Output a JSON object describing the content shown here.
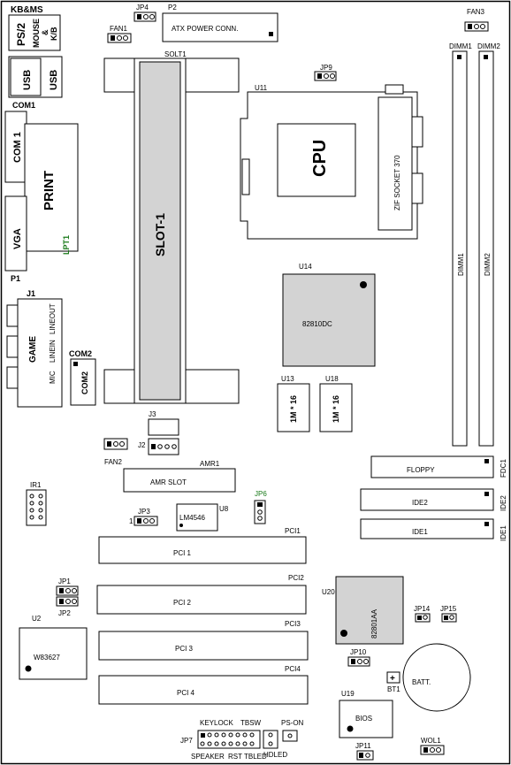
{
  "board": {
    "kbms": "KB&MS",
    "ps2": "PS/2",
    "mouse": "MOUSE",
    "amp": "&",
    "kb": "K/B",
    "usb1": "USB",
    "usb2": "USB",
    "com1_label": "COM1",
    "com1": "COM 1",
    "print": "PRINT",
    "vga": "VGA",
    "lpt1": "LPT1",
    "p1": "P1",
    "j1": "J1",
    "game": "GAME",
    "lineout": "LINEOUT",
    "linein": "LINEIN",
    "mic": "MIC",
    "com2_label": "COM2",
    "com2": "COM2",
    "jp4": "JP4",
    "p2": "P2",
    "atx": "ATX POWER CONN.",
    "fan1": "FAN1",
    "solt1": "SOLT1",
    "slot1": "SLOT-1",
    "fan3": "FAN3",
    "dimm1_top": "DIMM1",
    "dimm2_top": "DIMM2",
    "dimm1": "DIMM1",
    "dimm2": "DIMM2",
    "jp9": "JP9",
    "u11": "U11",
    "cpu": "CPU",
    "zif": "ZIF SOCKET 370",
    "u14": "U14",
    "chip82810": "82810DC",
    "u13": "U13",
    "u18": "U18",
    "mem1": "1M * 16",
    "mem2": "1M * 16",
    "j3": "J3",
    "j2": "J2",
    "fan2": "FAN2",
    "amr1": "AMR1",
    "amrslot": "AMR SLOT",
    "u8": "U8",
    "lm4546": "LM4546",
    "jp6": "JP6",
    "jp3": "JP3",
    "one": "1",
    "ir1": "IR1",
    "floppy": "FLOPPY",
    "fdc1": "FDC1",
    "ide2": "IDE2",
    "ide2_side": "IDE2",
    "ide1": "IDE1",
    "ide1_side": "IDE1",
    "pci1_label": "PCI1",
    "pci1": "PCI 1",
    "pci2_label": "PCI2",
    "pci2": "PCI 2",
    "pci3_label": "PCI3",
    "pci3": "PCI 3",
    "pci4_label": "PCI4",
    "pci4": "PCI 4",
    "jp1": "JP1",
    "jp2": "JP2",
    "u2": "U2",
    "w83627": "W83627",
    "u20": "U20",
    "chip82801": "82801AA",
    "jp14": "JP14",
    "jp15": "JP15",
    "jp10": "JP10",
    "bt1": "BT1",
    "plus": "+",
    "batt": "BATT.",
    "u19": "U19",
    "bios": "BIOS",
    "jp7": "JP7",
    "keylock": "KEYLOCK",
    "tbsw": "TBSW",
    "pson": "PS-ON",
    "speaker": "SPEAKER",
    "rst": "RST",
    "tbled": "TBLED",
    "hdled": "HDLED",
    "jp11": "JP11",
    "wol1": "WOL1"
  },
  "colors": {
    "lpt1": "#1a7a1a",
    "jp6": "#1a7a1a",
    "chip_fill": "#d3d3d3"
  }
}
